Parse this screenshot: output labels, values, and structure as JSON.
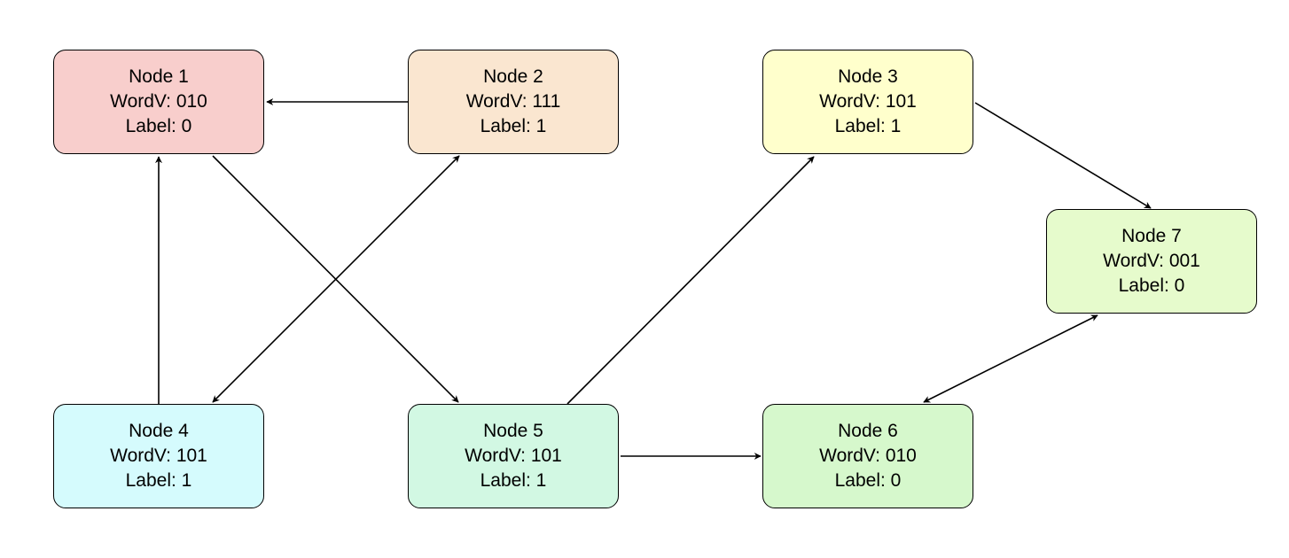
{
  "colors": {
    "edge": "#000000",
    "node_border": "#000000"
  },
  "nodes": {
    "n1": {
      "title": "Node 1",
      "wordv": "WordV: 010",
      "label": "Label: 0",
      "fill": "#f8cecc"
    },
    "n2": {
      "title": "Node 2",
      "wordv": "WordV: 111",
      "label": "Label: 1",
      "fill": "#fae6d0"
    },
    "n3": {
      "title": "Node 3",
      "wordv": "WordV: 101",
      "label": "Label: 1",
      "fill": "#ffffcc"
    },
    "n4": {
      "title": "Node 4",
      "wordv": "WordV: 101",
      "label": "Label: 1",
      "fill": "#d5fbfd"
    },
    "n5": {
      "title": "Node 5",
      "wordv": "WordV: 101",
      "label": "Label: 1",
      "fill": "#d2f8e3"
    },
    "n6": {
      "title": "Node 6",
      "wordv": "WordV: 010",
      "label": "Label: 0",
      "fill": "#d6f8cc"
    },
    "n7": {
      "title": "Node 7",
      "wordv": "WordV: 001",
      "label": "Label: 0",
      "fill": "#e6fbcc"
    }
  },
  "edges": [
    {
      "from": "Node 2",
      "to": "Node 1",
      "direction": "forward"
    },
    {
      "from": "Node 4",
      "to": "Node 1",
      "direction": "forward"
    },
    {
      "from": "Node 1",
      "to": "Node 5",
      "direction": "forward"
    },
    {
      "from": "Node 2",
      "to": "Node 4",
      "direction": "both"
    },
    {
      "from": "Node 5",
      "to": "Node 3",
      "direction": "forward"
    },
    {
      "from": "Node 5",
      "to": "Node 6",
      "direction": "forward"
    },
    {
      "from": "Node 3",
      "to": "Node 7",
      "direction": "forward"
    },
    {
      "from": "Node 6",
      "to": "Node 7",
      "direction": "both"
    }
  ]
}
